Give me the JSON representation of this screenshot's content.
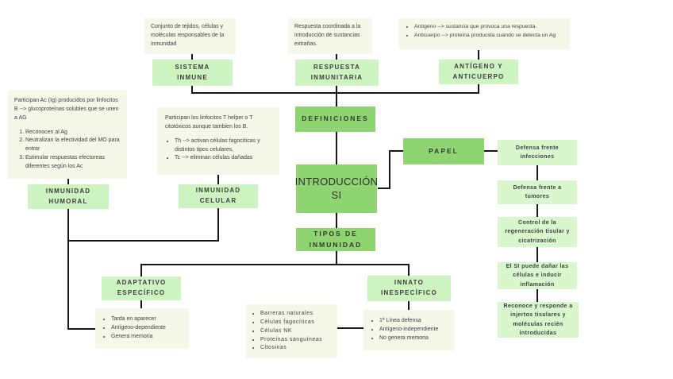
{
  "colors": {
    "node_green_light": "#cdf3c0",
    "node_green_dark": "#8ed470",
    "node_green_side": "#d9f7cd",
    "note_background": "#f7f7e9",
    "connector_line": "#161616",
    "text": "#3d3d3d"
  },
  "nodes": {
    "sistema_inmune": {
      "label": "SISTEMA\nINMUNE"
    },
    "respuesta_inmunitaria": {
      "label": "RESPUESTA\nINMUNITARIA"
    },
    "antigeno_anticuerpo": {
      "label": "ANTÍGENO Y\nANTICUERPO"
    },
    "definiciones": {
      "label": "DEFINICIONES"
    },
    "introduccion_si": {
      "label": "INTRODUCCIÓN\nSI"
    },
    "tipos_de_inmunidad": {
      "label": "TIPOS DE\nINMUNIDAD"
    },
    "papel": {
      "label": "PAPEL"
    },
    "inmunidad_humoral": {
      "label": "INMUNIDAD HUMORAL"
    },
    "inmunidad_celular": {
      "label": "INMUNIDAD CELULAR"
    },
    "adaptativo_especifico": {
      "label": "ADAPTATIVO\nESPECÍFICO"
    },
    "innato_inespecifico": {
      "label": "INNATO\nINESPECÍFICO"
    },
    "papel_funciones": [
      {
        "label": "Defensa frente\ninfecciones"
      },
      {
        "label": "Defensa frente a\ntumores"
      },
      {
        "label": "Control de la\nregeneración tisular y\ncicatrización"
      },
      {
        "label": "El SI puede dañar las\ncélulas e inducir\ninflamación"
      },
      {
        "label": "Reconoce y responde a\ninjertos tisulares y\nmoléculas recién\nintroducidas"
      }
    ]
  },
  "notes": {
    "sistema": {
      "text": "Conjunto de tejidos, células y moléculas responsables de la inmunidad"
    },
    "respuesta": {
      "text": "Respuesta coordinada a la introducción de sustancias extrañas."
    },
    "antigeno": {
      "items": [
        "Antígeno --> sustancia que provoca una respuesta.",
        "Anticuerpo --> proteína producida cuando se detecta un Ag"
      ]
    },
    "humoral": {
      "intro": "Participan Ac (Ig) producidos por linfocitos B --> glucoproteínas solubles que se unen a AG",
      "items": [
        "Reconocen al Ag",
        "Neutralizan  la efectividad del MO para entrar",
        "Estimular respuestas efectoreas diferentes según los Ac"
      ]
    },
    "celular": {
      "intro": "Participan los linfocitos T helper  o T citotóxicos aunque tambien los B.",
      "items": [
        "Th --> activan células fagocíticas y distintos tipos celulares,",
        "Tc --> eliminan células dañadas"
      ]
    },
    "adaptativo": {
      "items": [
        "Tarda en aparecer",
        "Antígeno-dependiente",
        "Genera memoria"
      ]
    },
    "innato": {
      "items": [
        "1ª Línea defensa",
        "Antígeno-independiente",
        "No genera memoria"
      ]
    },
    "barreras": {
      "items": [
        "Barreras naturales",
        "Células fagocíticas",
        "Células NK",
        "Proteínas sanguíneas",
        "Citosinas"
      ]
    }
  }
}
